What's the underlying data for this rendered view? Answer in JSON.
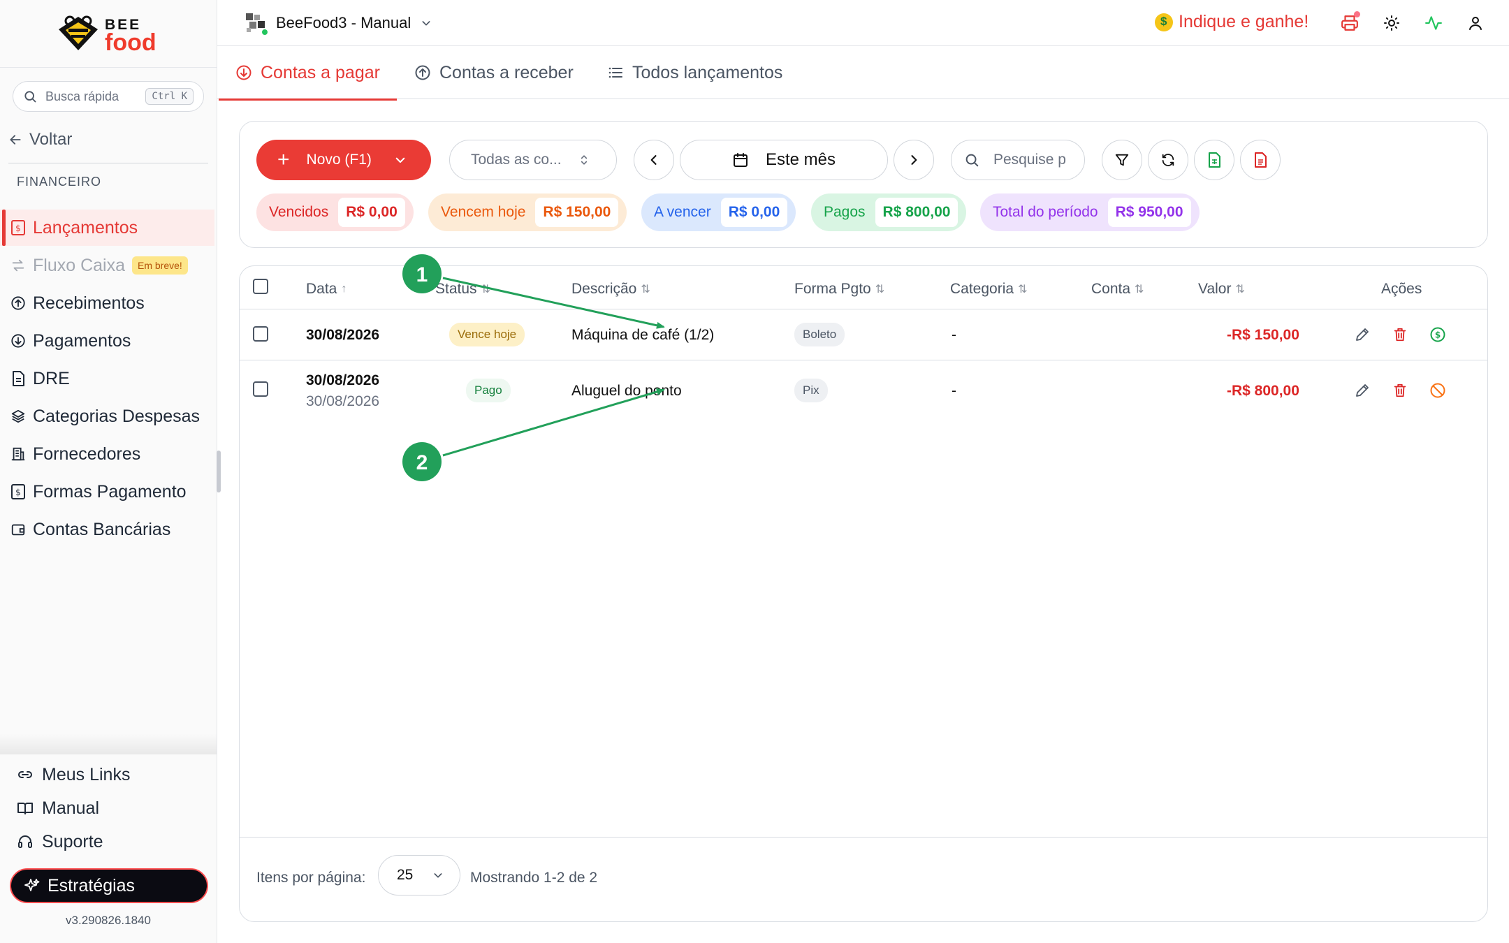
{
  "app": {
    "logo_top": "BEE",
    "logo_bottom": "food",
    "version": "v3.290826.1840"
  },
  "search": {
    "placeholder": "Busca rápida",
    "shortcut": "Ctrl K"
  },
  "sidebar": {
    "back_label": "Voltar",
    "section": "FINANCEIRO",
    "items": [
      {
        "label": "Lançamentos",
        "icon": "receipt-icon",
        "state": "active"
      },
      {
        "label": "Fluxo Caixa",
        "icon": "arrows-icon",
        "state": "disabled",
        "badge": "Em breve!"
      },
      {
        "label": "Recebimentos",
        "icon": "arrow-up-circle-icon"
      },
      {
        "label": "Pagamentos",
        "icon": "arrow-down-circle-icon"
      },
      {
        "label": "DRE",
        "icon": "document-icon"
      },
      {
        "label": "Categorias Despesas",
        "icon": "layers-icon"
      },
      {
        "label": "Fornecedores",
        "icon": "building-icon"
      },
      {
        "label": "Formas Pagamento",
        "icon": "receipt-icon"
      },
      {
        "label": "Contas Bancárias",
        "icon": "wallet-icon"
      }
    ],
    "bottom": [
      {
        "label": "Meus Links",
        "icon": "link-icon"
      },
      {
        "label": "Manual",
        "icon": "book-icon"
      },
      {
        "label": "Suporte",
        "icon": "headset-icon"
      }
    ],
    "strategies": "Estratégias"
  },
  "header": {
    "store": "BeeFood3 - Manual",
    "refer": "Indique e ganhe!"
  },
  "tabs": [
    {
      "label": "Contas a pagar",
      "active": true
    },
    {
      "label": "Contas a receber"
    },
    {
      "label": "Todos lançamentos"
    }
  ],
  "toolbar": {
    "new_button": "Novo (F1)",
    "accounts_select": "Todas as co...",
    "period": "Este mês",
    "search_placeholder": "Pesquise p"
  },
  "summary": [
    {
      "label": "Vencidos",
      "value": "R$ 0,00"
    },
    {
      "label": "Vencem hoje",
      "value": "R$ 150,00"
    },
    {
      "label": "A vencer",
      "value": "R$ 0,00"
    },
    {
      "label": "Pagos",
      "value": "R$ 800,00"
    },
    {
      "label": "Total do período",
      "value": "R$ 950,00"
    }
  ],
  "table": {
    "columns": [
      "Data",
      "Status",
      "Descrição",
      "Forma Pgto",
      "Categoria",
      "Conta",
      "Valor",
      "Ações"
    ],
    "rows": [
      {
        "date": "30/08/2026",
        "date_paid": "",
        "status": "Vence hoje",
        "description": "Máquina de café (1/2)",
        "method": "Boleto",
        "category": "-",
        "account": "",
        "amount": "-R$ 150,00"
      },
      {
        "date": "30/08/2026",
        "date_paid": "30/08/2026",
        "status": "Pago",
        "description": "Aluguel do ponto",
        "method": "Pix",
        "category": "-",
        "account": "",
        "amount": "-R$ 800,00"
      }
    ]
  },
  "footer": {
    "per_page_label": "Itens por página:",
    "per_page_value": "25",
    "showing": "Mostrando 1-2 de 2"
  },
  "annotations": [
    {
      "number": "1"
    },
    {
      "number": "2"
    }
  ],
  "colors": {
    "accent": "#e53935",
    "annotation": "#22a05a"
  }
}
